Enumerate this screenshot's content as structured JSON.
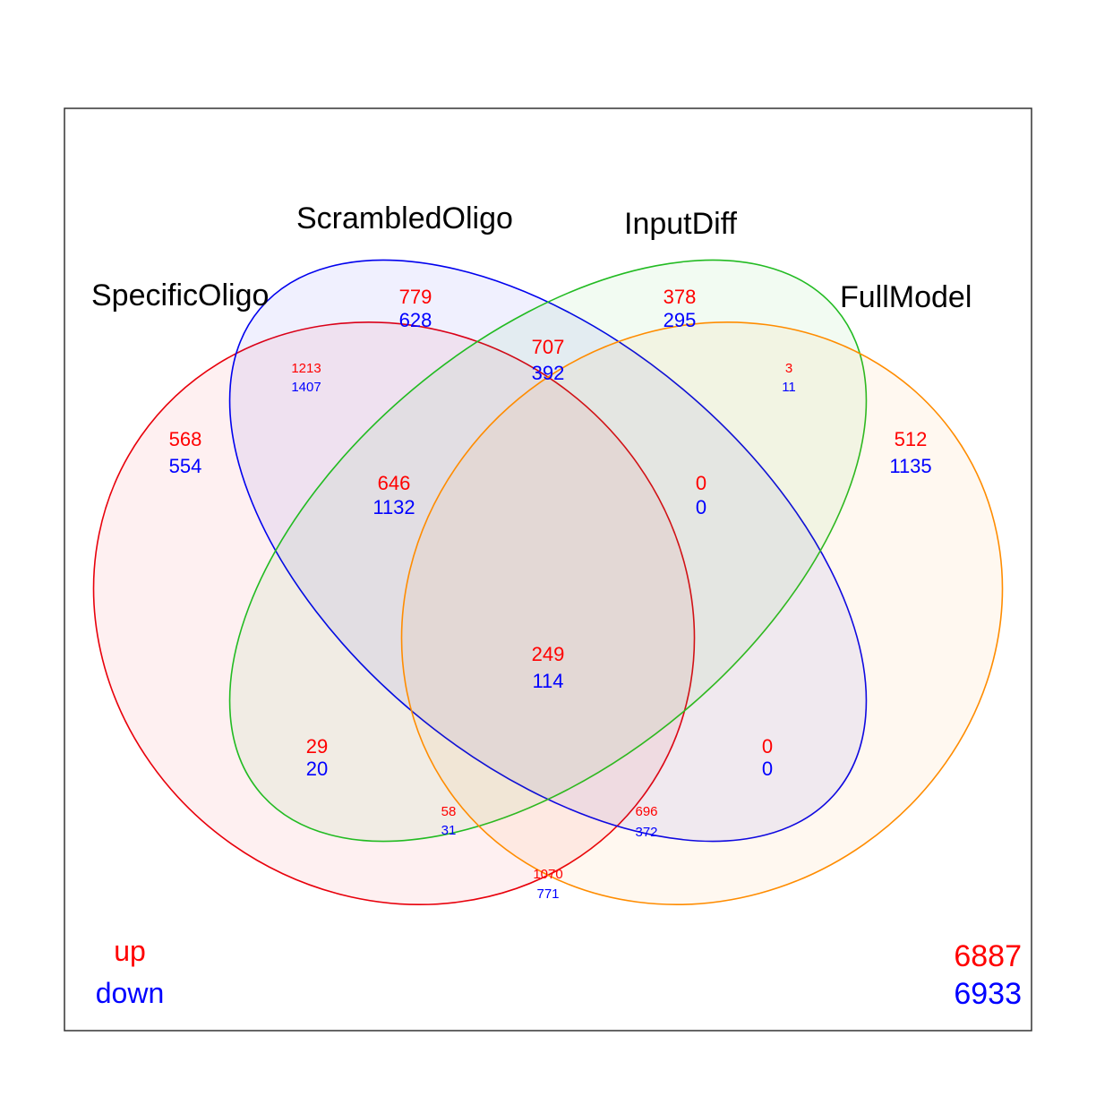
{
  "sets": [
    {
      "name": "SpecificOligo",
      "color": "#e8000b"
    },
    {
      "name": "ScrambledOligo",
      "color": "#0000ee"
    },
    {
      "name": "InputDiff",
      "color": "#22bb22"
    },
    {
      "name": "FullModel",
      "color": "#ff8c00"
    }
  ],
  "up_color": "#ff0000",
  "down_color": "#0000ff",
  "regions": [
    {
      "sets": [
        "SpecificOligo"
      ],
      "up": "568",
      "down": "554"
    },
    {
      "sets": [
        "ScrambledOligo"
      ],
      "up": "779",
      "down": "628"
    },
    {
      "sets": [
        "InputDiff"
      ],
      "up": "378",
      "down": "295"
    },
    {
      "sets": [
        "FullModel"
      ],
      "up": "512",
      "down": "1135"
    },
    {
      "sets": [
        "SpecificOligo",
        "ScrambledOligo"
      ],
      "up": "1213",
      "down": "1407"
    },
    {
      "sets": [
        "ScrambledOligo",
        "InputDiff"
      ],
      "up": "707",
      "down": "392"
    },
    {
      "sets": [
        "InputDiff",
        "FullModel"
      ],
      "up": "3",
      "down": "11"
    },
    {
      "sets": [
        "SpecificOligo",
        "ScrambledOligo",
        "InputDiff"
      ],
      "up": "646",
      "down": "1132"
    },
    {
      "sets": [
        "ScrambledOligo",
        "InputDiff",
        "FullModel"
      ],
      "up": "0",
      "down": "0"
    },
    {
      "sets": [
        "SpecificOligo",
        "ScrambledOligo",
        "InputDiff",
        "FullModel"
      ],
      "up": "249",
      "down": "114"
    },
    {
      "sets": [
        "SpecificOligo",
        "InputDiff"
      ],
      "up": "29",
      "down": "20"
    },
    {
      "sets": [
        "ScrambledOligo",
        "FullModel"
      ],
      "up": "0",
      "down": "0"
    },
    {
      "sets": [
        "SpecificOligo",
        "InputDiff",
        "FullModel"
      ],
      "up": "58",
      "down": "31"
    },
    {
      "sets": [
        "SpecificOligo",
        "ScrambledOligo",
        "FullModel"
      ],
      "up": "696",
      "down": "372"
    },
    {
      "sets": [
        "SpecificOligo",
        "FullModel"
      ],
      "up": "1070",
      "down": "771"
    }
  ],
  "legend": {
    "up": "up",
    "down": "down"
  },
  "totals": {
    "up": "6887",
    "down": "6933"
  }
}
